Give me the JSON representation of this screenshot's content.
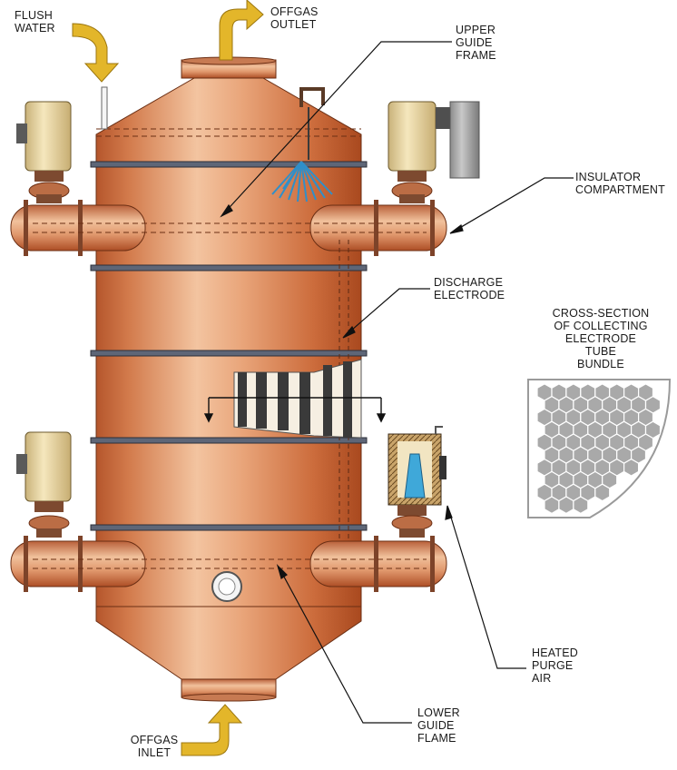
{
  "labels": {
    "flush_water": [
      "FLUSH",
      "WATER"
    ],
    "offgas_outlet": [
      "OFFGAS",
      "OUTLET"
    ],
    "upper_guide_frame": [
      "UPPER",
      "GUIDE",
      "FRAME"
    ],
    "insulator_compartment": [
      "INSULATOR",
      "COMPARTMENT"
    ],
    "discharge_electrode": [
      "DISCHARGE",
      "ELECTRODE"
    ],
    "cross_section": [
      "CROSS-SECTION",
      "OF COLLECTING",
      "ELECTRODE",
      "TUBE",
      "BUNDLE"
    ],
    "heated_purge_air": [
      "HEATED",
      "PURGE",
      "AIR"
    ],
    "lower_guide_flame": [
      "LOWER",
      "GUIDE",
      "FLAME"
    ],
    "offgas_inlet": [
      "OFFGAS",
      "INLET"
    ]
  },
  "colors": {
    "vessel_copper": "#d9875a",
    "vessel_highlight": "#f4c7a4",
    "vessel_shadow": "#b2552c",
    "flow_arrow": "#e3b62a",
    "insulator_cream": "#ecdcab",
    "spray": "#2f8fc9",
    "tube_bundle": "#a9a9a9"
  }
}
